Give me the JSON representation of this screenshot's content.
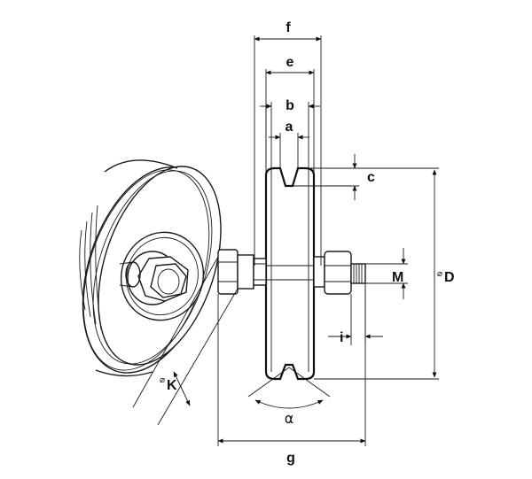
{
  "labels": {
    "f": "f",
    "e": "e",
    "b": "b",
    "a": "a",
    "c": "c",
    "M": "M",
    "D": "D",
    "i": "i",
    "K": "K",
    "alpha": "α",
    "g": "g",
    "diameter_symbol": "⌀"
  }
}
